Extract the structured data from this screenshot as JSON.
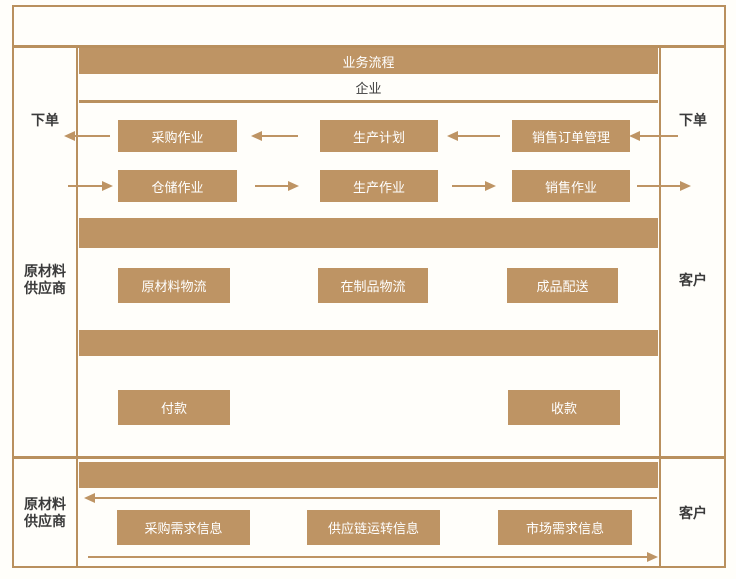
{
  "palette": {
    "tan_fill": "#be9464",
    "border": "#b9905e",
    "label_text": "#3b3b3b",
    "box_text": "#ffffff",
    "background": "#fffefa"
  },
  "header": {
    "band_title": "业务流程",
    "enterprise_row": "企业"
  },
  "side_labels": {
    "order_left": "下单",
    "order_right": "下单",
    "supplier_line1": "原材料",
    "supplier_line2": "供应商",
    "customer_mid": "客户",
    "supplier_bottom_line1": "原材料",
    "supplier_bottom_line2": "供应商",
    "customer_bottom": "客户"
  },
  "process_row1": [
    "采购作业",
    "生产计划",
    "销售订单管理"
  ],
  "process_row2": [
    "仓储作业",
    "生产作业",
    "销售作业"
  ],
  "logistics_row": [
    "原材料物流",
    "在制品物流",
    "成品配送"
  ],
  "payment_row": [
    "付款",
    "收款"
  ],
  "info_row": [
    "采购需求信息",
    "供应链运转信息",
    "市场需求信息"
  ]
}
